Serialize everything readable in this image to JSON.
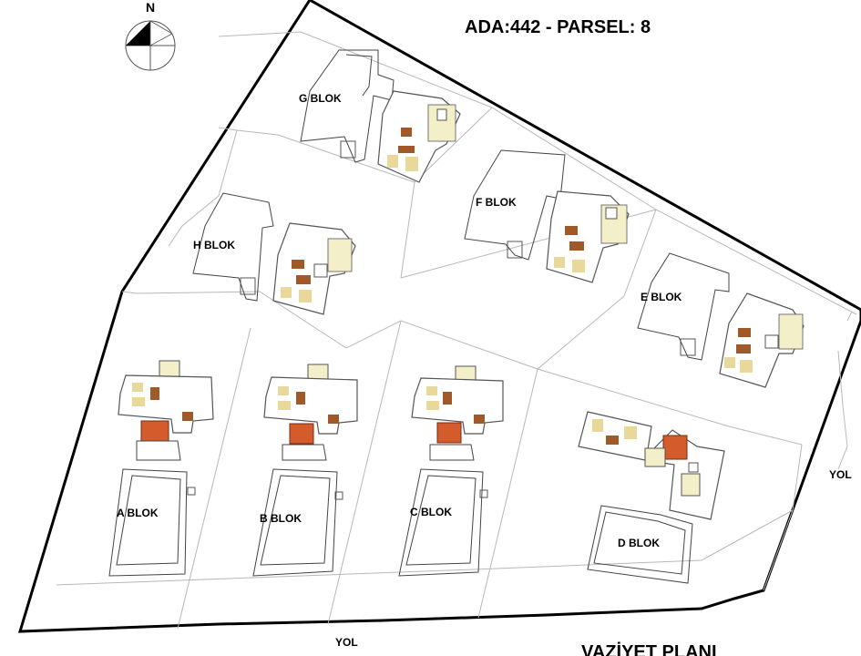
{
  "title": "ADA:442  - PARSEL: 8",
  "subtitle": "VAZİYET PLANI",
  "compass": {
    "label": "N",
    "icon": "north-arrow-icon"
  },
  "roads": [
    "YOL",
    "YOL"
  ],
  "blocks": [
    {
      "id": "a",
      "label": "A BLOK"
    },
    {
      "id": "b",
      "label": "B BLOK"
    },
    {
      "id": "c",
      "label": "C BLOK"
    },
    {
      "id": "d",
      "label": "D BLOK"
    },
    {
      "id": "e",
      "label": "E BLOK"
    },
    {
      "id": "f",
      "label": "F BLOK"
    },
    {
      "id": "g",
      "label": "G BLOK"
    },
    {
      "id": "h",
      "label": "H BLOK"
    }
  ],
  "colors": {
    "boundary": "#000000",
    "stair": "#d35b2c",
    "sofa": "#e8d99a",
    "table": "#a05a2a",
    "terrace": "#f3efc8"
  }
}
